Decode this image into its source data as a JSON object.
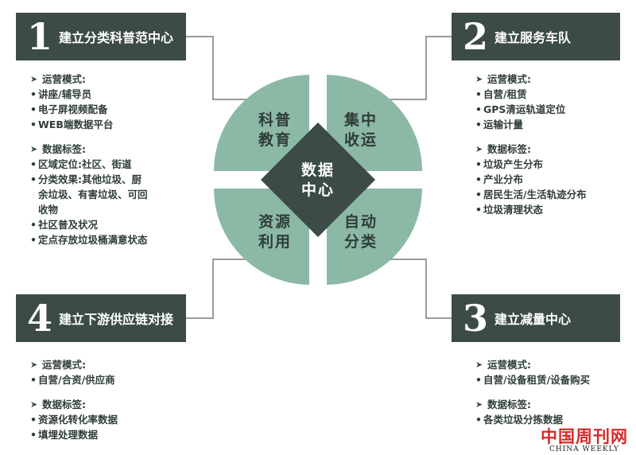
{
  "center": {
    "line1": "数据",
    "line2": "中心"
  },
  "segments": {
    "top_left": {
      "line1": "科普",
      "line2": "教育"
    },
    "top_right": {
      "line1": "集中",
      "line2": "收运"
    },
    "bottom_left": {
      "line1": "资源",
      "line2": "利用"
    },
    "bottom_right": {
      "line1": "自动",
      "line2": "分类"
    }
  },
  "panels": [
    {
      "number": "1",
      "title": "建立分类科普范中心",
      "sections": [
        {
          "heading": "运营模式:",
          "items": [
            "讲座/辅导员",
            "电子屏视频配备",
            "WEB端数据平台"
          ]
        },
        {
          "heading": "数据标签:",
          "items": [
            "区域定位:社区、街道",
            "分类效果:其他垃圾、厨",
            "余垃圾、有害垃圾、可回",
            "收物",
            "社区普及状况",
            "定点存放垃圾桶满意状态"
          ]
        }
      ]
    },
    {
      "number": "2",
      "title": "建立服务车队",
      "sections": [
        {
          "heading": "运营模式:",
          "items": [
            "自营/租赁",
            "GPS清运轨道定位",
            "运输计量"
          ]
        },
        {
          "heading": "数据标签:",
          "items": [
            "垃圾产生分布",
            "产业分布",
            "居民生活/生活轨迹分布",
            "垃圾清理状态"
          ]
        }
      ]
    },
    {
      "number": "3",
      "title": "建立减量中心",
      "sections": [
        {
          "heading": "运营模式:",
          "items": [
            "自营/设备租赁/设备购买"
          ]
        },
        {
          "heading": "数据标签:",
          "items": [
            "各类垃圾分拣数据"
          ]
        }
      ]
    },
    {
      "number": "4",
      "title": "建立下游供应链对接",
      "sections": [
        {
          "heading": "运营模式:",
          "items": [
            "自营/合资/供应商"
          ]
        },
        {
          "heading": "数据标签:",
          "items": [
            "资源化转化率数据",
            "填埋处理数据"
          ]
        }
      ]
    }
  ],
  "watermark": {
    "cn": "中国周刊网",
    "en": "CHINA WEEKLY"
  },
  "colors": {
    "header_bg": "#3c4b47",
    "segment_fill": "#8cb9a6",
    "center_fill": "#3c4b47",
    "connector": "#7a7a7a"
  }
}
